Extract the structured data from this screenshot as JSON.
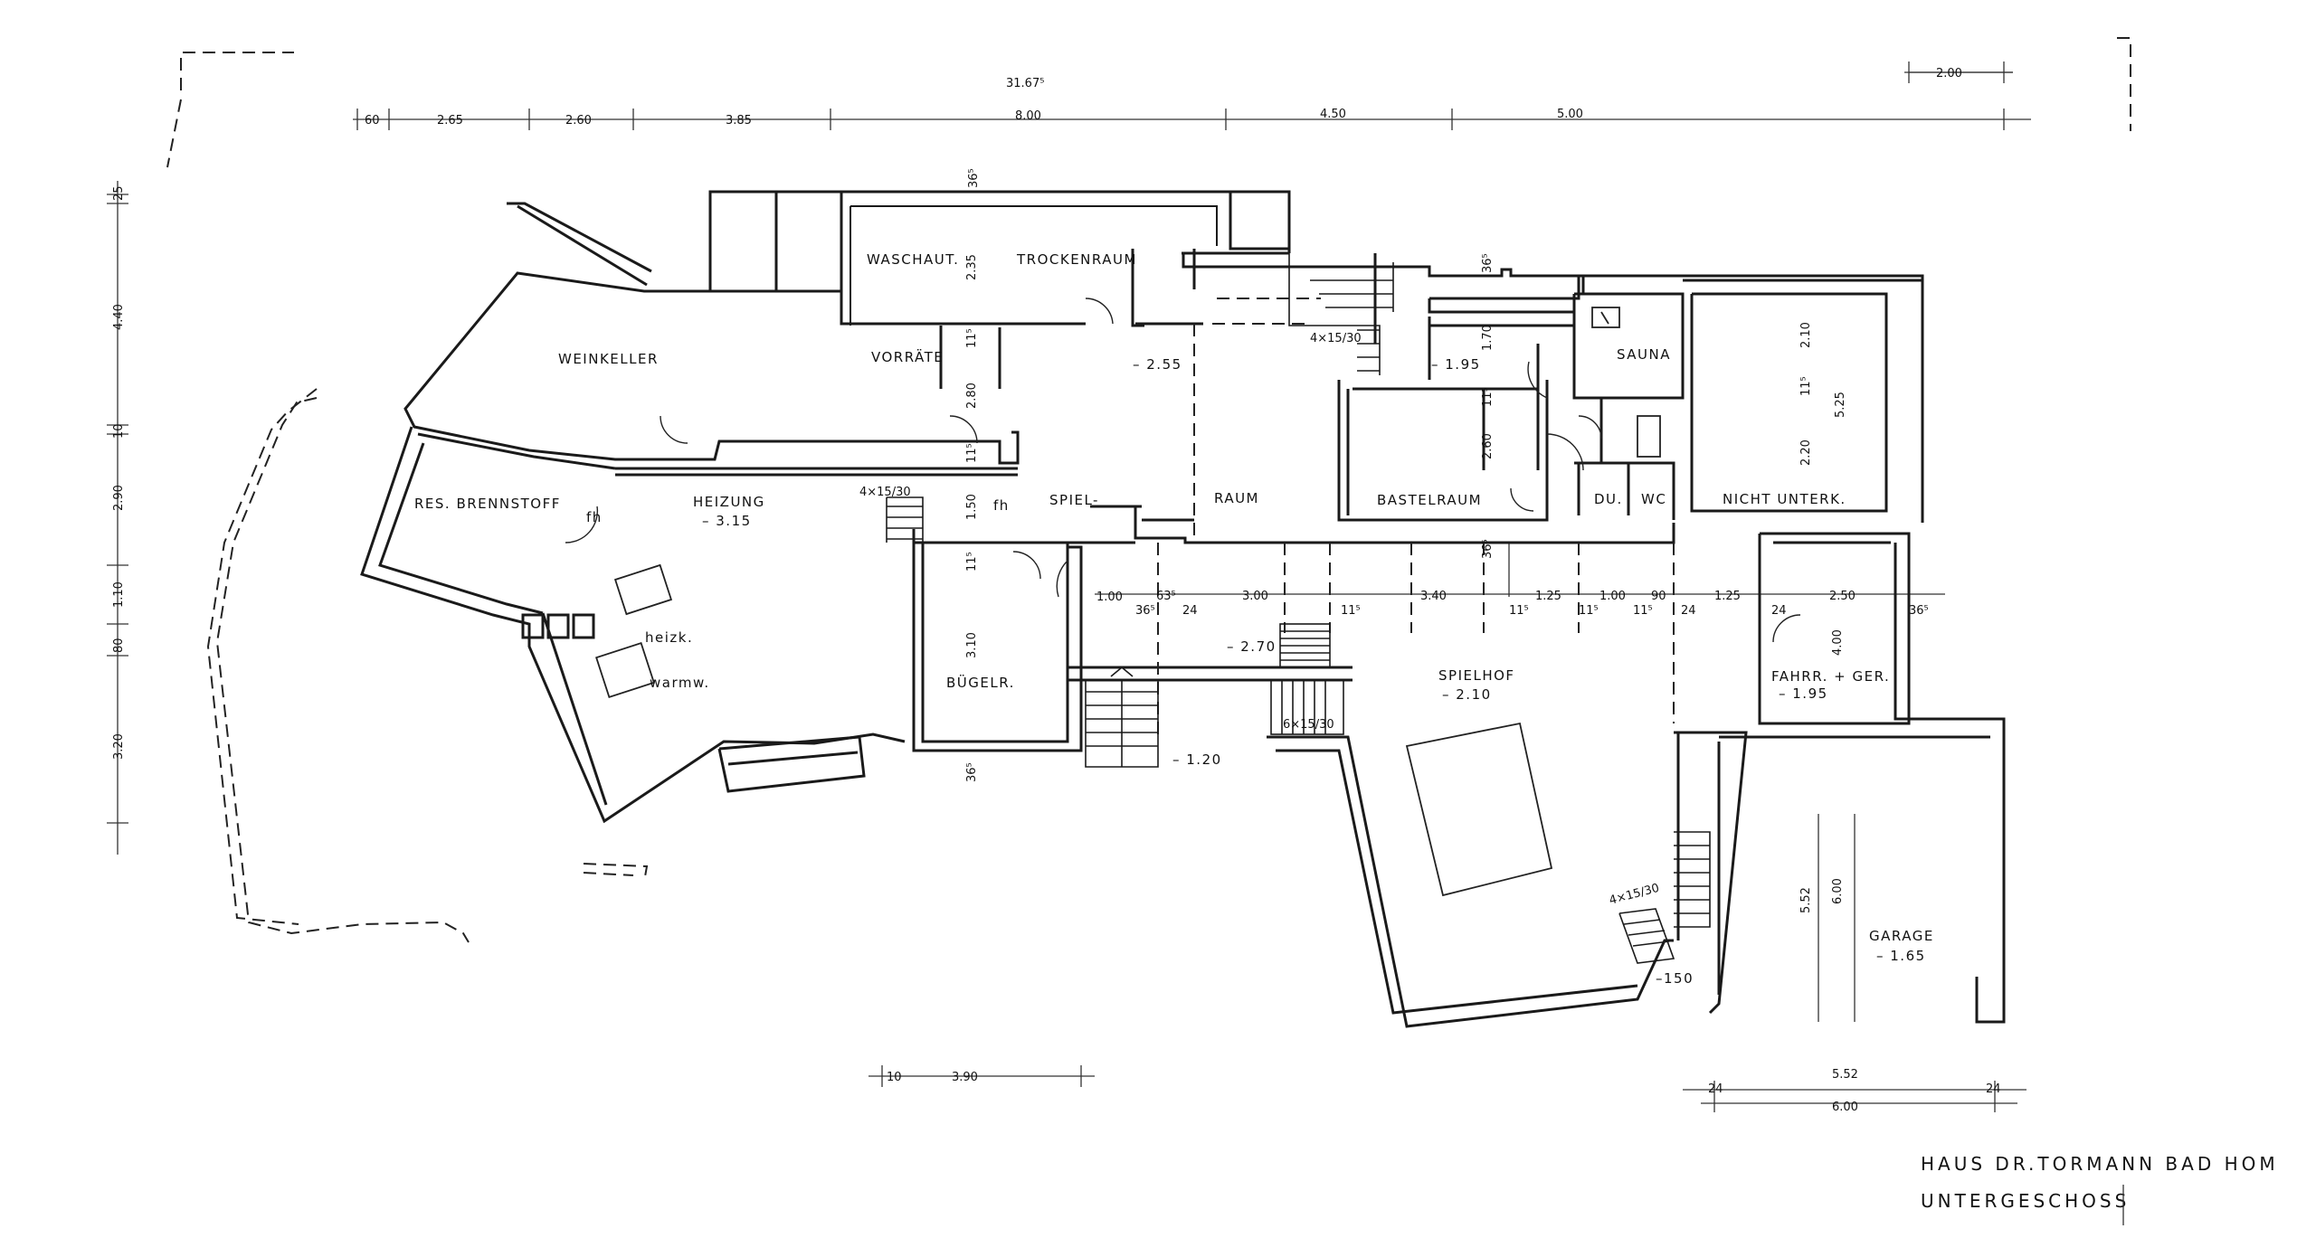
{
  "drawing": {
    "title_line1": "HAUS  DR.TORMANN BAD HOM",
    "title_line2": "UNTERGESCHOSS"
  },
  "rooms": {
    "waschaut": "WASCHAUT.",
    "trockenraum": "TROCKENRAUM",
    "weinkeller": "WEINKELLER",
    "vorraete": "VORRÄTE",
    "res_brennstoff": "RES. BRENNSTOFF",
    "heizung": "HEIZUNG",
    "heizung_level": "– 3.15",
    "spiel": "SPIEL-",
    "raum": "RAUM",
    "bastelraum": "BASTELRAUM",
    "sauna": "SAUNA",
    "du": "DU.",
    "wc": "WC",
    "nicht_unterk": "NICHT UNTERK.",
    "buegelr": "BÜGELR.",
    "spielhof": "SPIELHOF",
    "spielhof_level": "– 2.10",
    "fahrr_ger": "FAHRR. + GER.",
    "fahrr_level": "– 1.95",
    "garage": "GARAGE",
    "garage_level": "– 1.65",
    "heizk": "heizk.",
    "warmw": "warmw.",
    "fh1": "fh",
    "fh2": "fh"
  },
  "levels": {
    "l_255": "– 2.55",
    "l_195": "– 1.95",
    "l_270": "– 2.70",
    "l_120": "– 1.20",
    "l_150": "–150"
  },
  "stairs": {
    "s1": "4×15/30",
    "s2": "4×15/30",
    "s3": "6×15/30",
    "s4": "4×15/30"
  },
  "dimensions_top": {
    "total": "31.67⁵",
    "d60": "60",
    "d265": "2.65",
    "d260": "2.60",
    "d385": "3.85",
    "d800": "8.00",
    "d450": "4.50",
    "d500": "5.00",
    "d200": "2.00"
  },
  "dimensions_left": {
    "d25": "25",
    "d440": "4.40",
    "d10": "10",
    "d290": "2.90",
    "d110": "1.10",
    "d80": "80",
    "d320": "3.20"
  },
  "dimensions_internal": {
    "d365a": "36⁵",
    "d235": "2.35",
    "d115a": "11⁵",
    "d280": "2.80",
    "d115b": "11⁵",
    "d150": "1.50",
    "d115c": "11⁵",
    "d310": "3.10",
    "d365b": "36⁵",
    "d365c": "36⁵",
    "d170": "1.70",
    "d115d": "11⁵",
    "d260b": "2.60",
    "d365d": "36⁵",
    "d210": "2.10",
    "d115e": "11⁵",
    "d525": "5.25",
    "d220": "2.20",
    "d400": "4.00",
    "d552a": "5.52",
    "d600a": "6.00"
  },
  "dimensions_row": {
    "r100": "1.00",
    "r365": "36⁵",
    "r63": "63⁵",
    "r24a": "24",
    "r300": "3.00",
    "r115a": "11⁵",
    "r340": "3.40",
    "r115b": "11⁵",
    "r125a": "1.25",
    "r115c": "11⁵",
    "r100b": "1.00",
    "r115d": "11⁵",
    "r90": "90",
    "r24b": "24",
    "r125b": "1.25",
    "r24c": "24",
    "r250": "2.50",
    "r365b": "36⁵"
  },
  "dimensions_bottom": {
    "b10": "10",
    "b390": "3.90",
    "b552": "5.52",
    "b24a": "24",
    "b24b": "24",
    "b600": "6.00"
  }
}
